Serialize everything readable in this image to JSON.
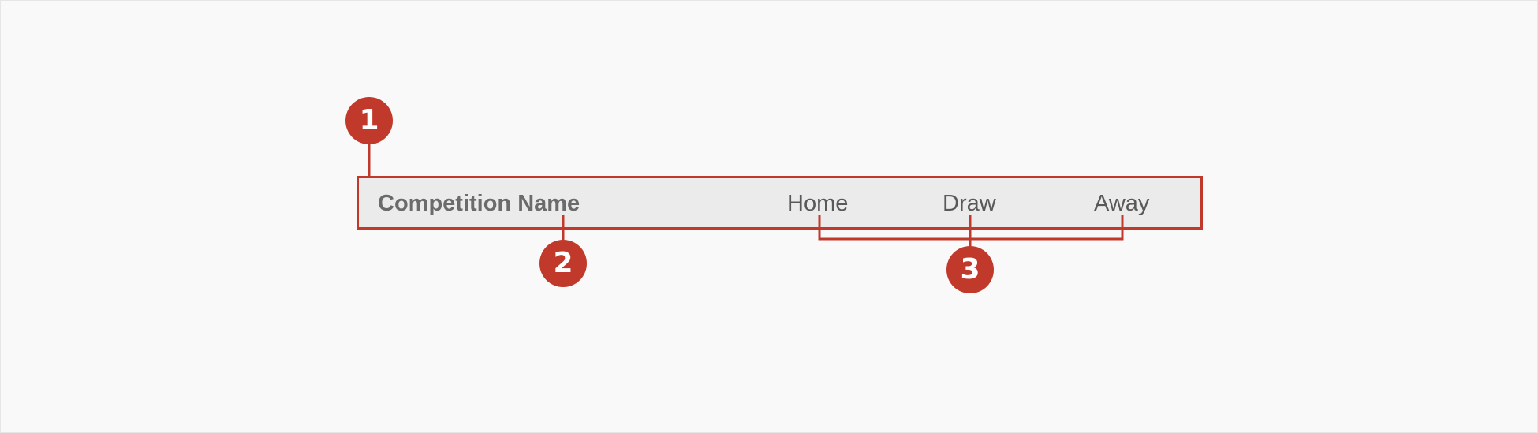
{
  "header_row": {
    "competition_name": "Competition Name",
    "columns": [
      "Home",
      "Draw",
      "Away"
    ]
  },
  "callouts": [
    {
      "number": "1",
      "target": "header-row"
    },
    {
      "number": "2",
      "target": "competition-name"
    },
    {
      "number": "3",
      "target": "outcome-columns"
    }
  ],
  "colors": {
    "accent": "#c0392b",
    "header_background": "#ebebeb",
    "page_background": "#f9f9f9",
    "competition_text": "#6b6b6b",
    "column_text": "#595959"
  }
}
